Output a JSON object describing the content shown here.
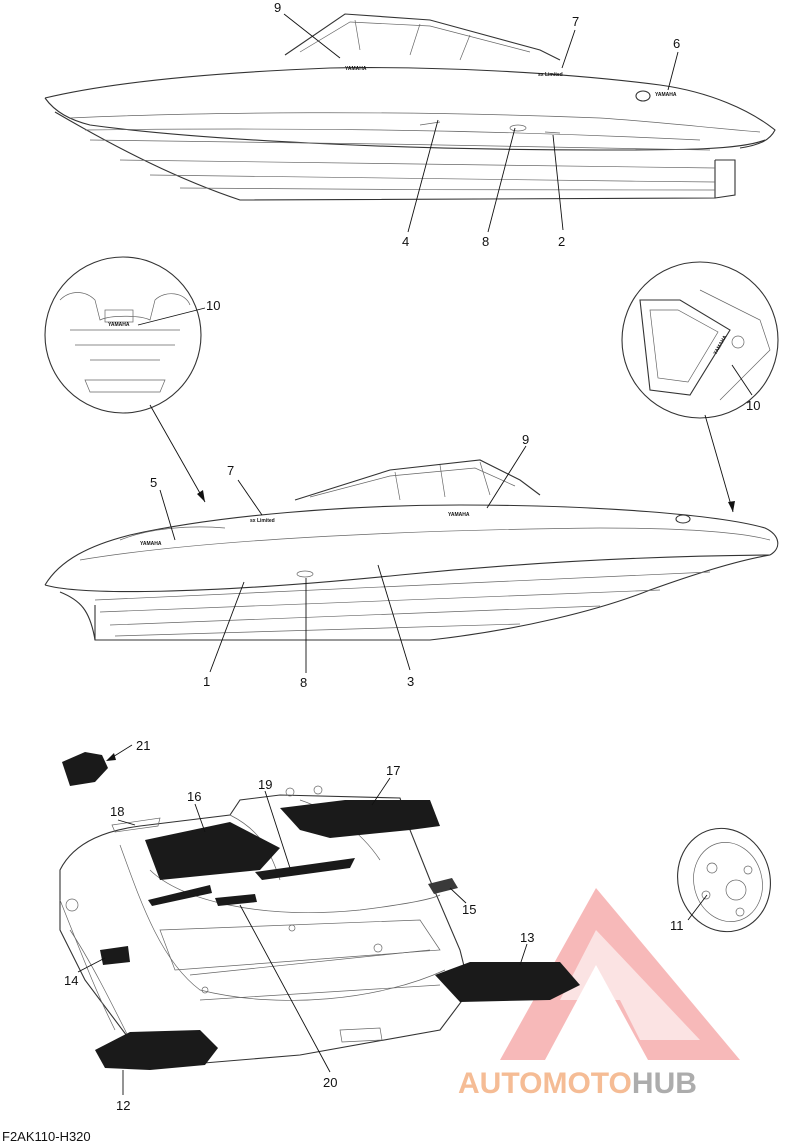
{
  "diagram_ref": "F2AK110-H320",
  "watermark": {
    "part1": "AUTO",
    "part2": "MOTO",
    "part3": "HUB",
    "color_auto": "#f4b183",
    "color_moto": "#f4b183",
    "color_hub": "#9e9e9e",
    "triangle_color": "#f28a8a"
  },
  "decal_text": {
    "brand": "YAMAHA",
    "model": "sx Limited"
  },
  "callouts": {
    "c1": "1",
    "c2": "2",
    "c3": "3",
    "c4": "4",
    "c5": "5",
    "c6": "6",
    "c7a": "7",
    "c7b": "7",
    "c8a": "8",
    "c8b": "8",
    "c9a": "9",
    "c9b": "9",
    "c10a": "10",
    "c10b": "10",
    "c11": "11",
    "c12": "12",
    "c13": "13",
    "c14": "14",
    "c15": "15",
    "c16": "16",
    "c17": "17",
    "c18": "18",
    "c19": "19",
    "c20": "20",
    "c21": "21"
  }
}
